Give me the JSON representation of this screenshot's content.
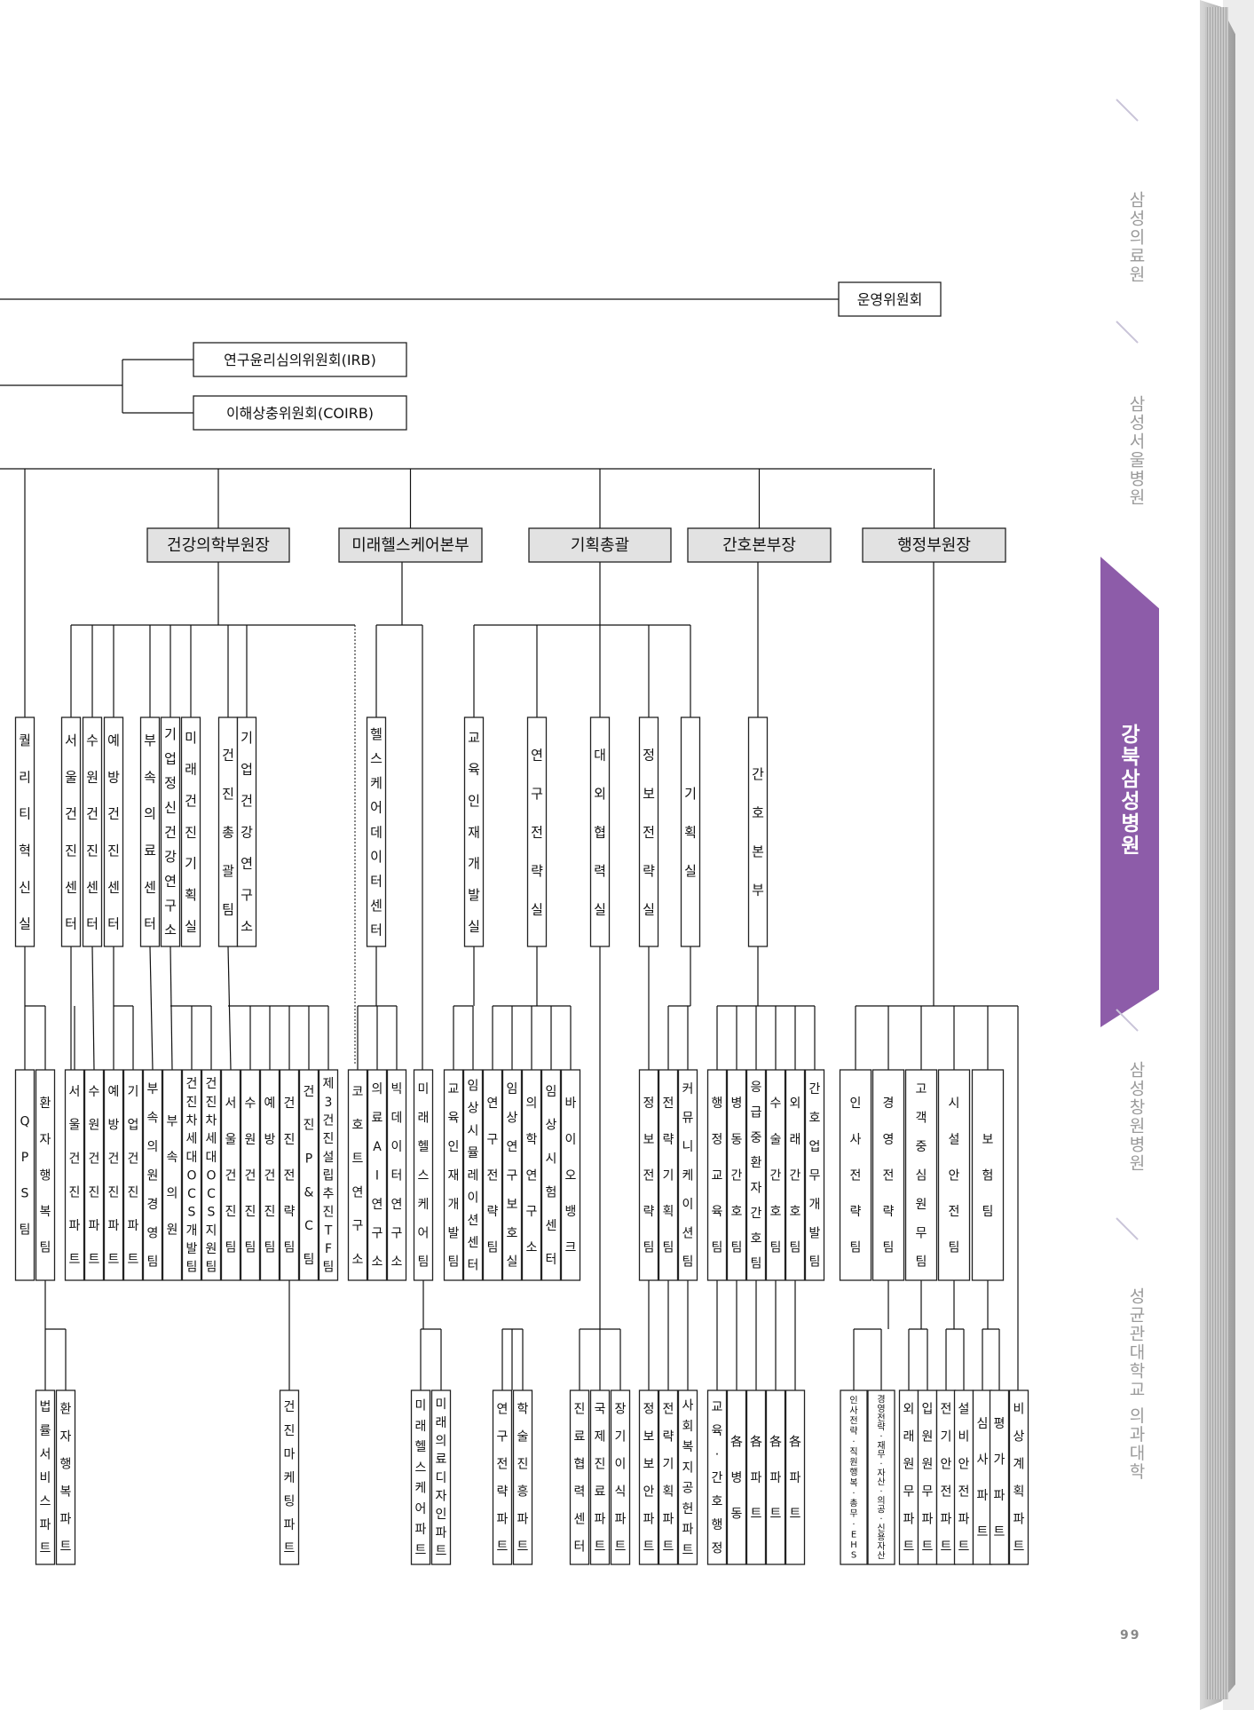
{
  "committees": {
    "operating": "운영위원회",
    "irb": "연구윤리심의위원회(IRB)",
    "coirb": "이해상충위원회(COIRB)"
  },
  "divisions": [
    {
      "id": "health-medicine",
      "label": "건강의학부원장"
    },
    {
      "id": "future-healthcare",
      "label": "미래헬스케어본부"
    },
    {
      "id": "planning",
      "label": "기획총괄"
    },
    {
      "id": "nursing",
      "label": "간호본부장"
    },
    {
      "id": "admin",
      "label": "행정부원장"
    }
  ],
  "mid_units": [
    "퀄리티혁신실",
    "서울건진센터",
    "수원건진센터",
    "예방건진센터",
    "부속의료센터",
    "기업정신건강연구소",
    "미래건진기획실",
    "건진총괄팀",
    "기업건강연구소",
    "헬스케어데이터센터",
    "교육인재개발실",
    "연구전략실",
    "대외협력실",
    "정보전략실",
    "기획실",
    "간호본부"
  ],
  "teams": [
    "QPS팀",
    "환자행복팀",
    "서울건진파트",
    "수원건진파트",
    "예방건진파트",
    "기업건진파트",
    "부속의원경영팀",
    "부속의원",
    "건진차세대OCS개발팀",
    "건진차세대OCS지원팀",
    "서울건진팀",
    "수원건진팀",
    "예방건진팀",
    "건진전략팀",
    "건진P&C팀",
    "제3건진설립추진TF팀",
    "코호트연구소",
    "의료AI연구소",
    "빅데이터연구소",
    "미래헬스케어팀",
    "교육인재개발팀",
    "임상시뮬레이션센터",
    "연구전략팀",
    "임상연구보호실",
    "의학연구소",
    "임상시험센터",
    "바이오뱅크",
    "정보전략팀",
    "전략기획팀",
    "커뮤니케이션팀",
    "행정교육팀",
    "병동간호팀",
    "응급중환자간호팀",
    "수술간호팀",
    "외래간호팀",
    "간호업무개발팀",
    "인사전략팀",
    "경영전략팀",
    "고객중심원무팀",
    "시설안전팀",
    "보험팀"
  ],
  "parts": [
    "법률서비스파트",
    "환자행복파트",
    "건진마케팅파트",
    "미래헬스케어파트",
    "미래의료디자인파트",
    "연구전략파트",
    "학술진흥파트",
    "진료협력센터",
    "국제진료파트",
    "장기이식파트",
    "정보보안파트",
    "전략기획파트",
    "사회복지공헌파트",
    "교육·간호행정",
    "各병동",
    "各파트",
    "各파트",
    "各파트",
    "인사전략·직원행복·총무·EHS",
    "경영전략·재무·자산·의공·신용자산",
    "외래원무파트",
    "입원원무파트",
    "전기안전파트",
    "설비안전파트",
    "심사파트",
    "평가파트",
    "비상계획파트"
  ],
  "side_tabs": [
    "삼성의료원",
    "삼성서울병원",
    "강북삼성병원",
    "삼성창원병원",
    "성균관대학교 의과대학"
  ],
  "active_tab": "강북삼성병원",
  "page_number": "99"
}
